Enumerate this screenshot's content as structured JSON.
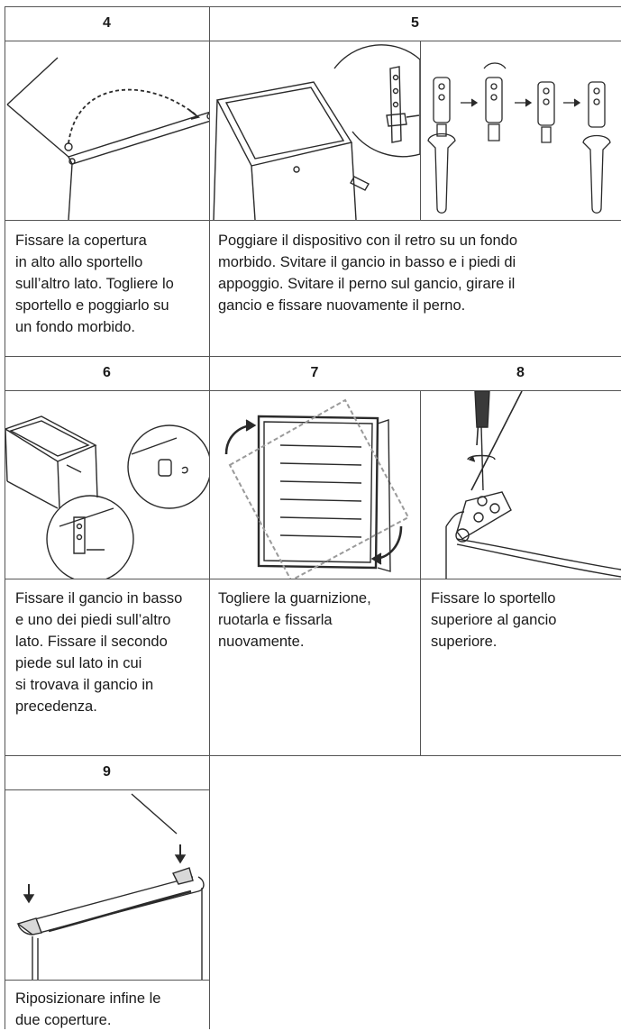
{
  "steps": [
    {
      "number": "4",
      "text": "Fissare la copertura\nin alto allo sportello\nsull’altro lato. Togliere lo\nsportello e poggiarlo su\nun fondo morbido."
    },
    {
      "number": "5",
      "text": "Poggiare il dispositivo con il retro su un fondo\nmorbido. Svitare il gancio in basso e i piedi di\nappoggio. Svitare il perno sul gancio, girare il\ngancio e fissare nuovamente il perno."
    },
    {
      "number": "6",
      "text": "Fissare il gancio in basso\ne uno dei piedi sull’altro\nlato. Fissare il secondo\npiede sul lato in cui\nsi trovava il gancio in\nprecedenza."
    },
    {
      "number": "7",
      "text": "Togliere la guarnizione,\nruotarla e fissarla\nnuovamente."
    },
    {
      "number": "8",
      "text": "Fissare lo sportello\nsuperiore al gancio\nsuperiore."
    },
    {
      "number": "9",
      "text": "Riposizionare infine le\ndue coperture."
    }
  ]
}
